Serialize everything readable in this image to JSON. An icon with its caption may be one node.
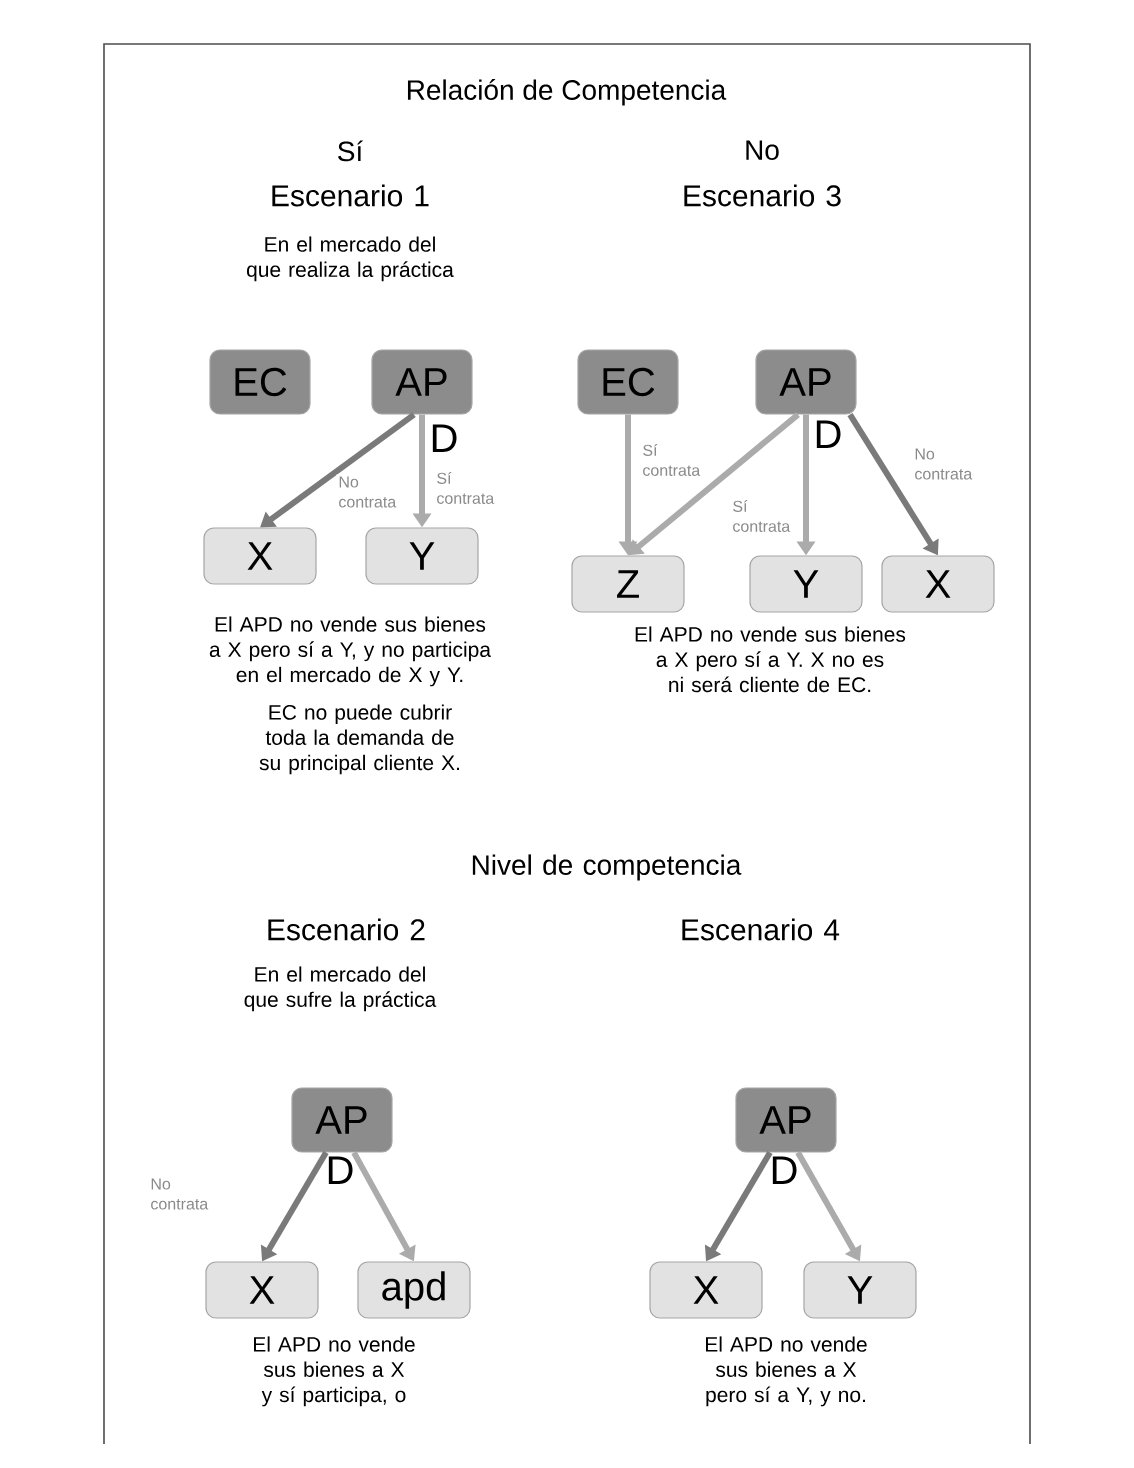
{
  "diagram": {
    "title": "Relación de Competencia",
    "nodes": [
      {
        "text": [
          "EC"
        ]
      },
      {
        "text": [
          "AP"
        ]
      },
      {
        "text": [
          "X"
        ]
      },
      {
        "text": [
          "Y"
        ]
      },
      {
        "text": [
          "EC"
        ]
      },
      {
        "text": [
          "AP"
        ]
      },
      {
        "text": [
          "Z"
        ]
      },
      {
        "text": [
          "Y"
        ]
      },
      {
        "text": [
          "X"
        ]
      },
      {
        "text": [
          "AP"
        ]
      },
      {
        "text": [
          "X"
        ]
      },
      {
        "text": [
          "apd"
        ]
      },
      {
        "text": [
          "AP"
        ]
      },
      {
        "text": [
          "X"
        ]
      },
      {
        "text": [
          "Y"
        ]
      }
    ],
    "edges": [
      {
        "from": 1,
        "to": 2,
        "arrow": "to",
        "label": "No contrata",
        "color": "#7a7a7a"
      },
      {
        "from": 1,
        "to": 3,
        "arrow": "to",
        "label": "Sí contrata"
      },
      {
        "from": 4,
        "to": 6,
        "arrow": "to",
        "label": "Sí contrata"
      },
      {
        "from": 5,
        "to": 6,
        "arrow": "to"
      },
      {
        "from": 5,
        "to": 7,
        "arrow": "to",
        "label": "Sí contrata"
      },
      {
        "from": 5,
        "to": 8,
        "arrow": "to",
        "label": "No contrata",
        "color": "#7a7a7a"
      },
      {
        "from": 9,
        "to": 10,
        "arrow": "to",
        "label": "No contrata",
        "color": "#7a7a7a"
      },
      {
        "from": 9,
        "to": 11,
        "arrow": "to"
      },
      {
        "from": 12,
        "to": 13,
        "arrow": "to",
        "color": "#7a7a7a"
      },
      {
        "from": 12,
        "to": 14,
        "arrow": "to"
      }
    ],
    "labels": [
      "Sí",
      "No",
      "Escenario 1",
      "Escenario 3",
      "En el mercado del que realiza la práctica",
      "D",
      "D",
      "El APD no vende sus bienes a X pero sí a Y, y no participa en el mercado de X y Y.",
      "EC no puede cubrir toda la demanda de su principal cliente X.",
      "El APD no vende sus bienes a X pero sí a Y. X no es ni será cliente de EC.",
      "Nivel de competencia",
      "Escenario 2",
      "Escenario 4",
      "En el mercado del que sufre la práctica",
      "D",
      "D",
      "El APD no vende sus bienes a X y sí participa, o",
      "El APD no vende sus bienes a X pero sí a Y, y no."
    ]
  }
}
